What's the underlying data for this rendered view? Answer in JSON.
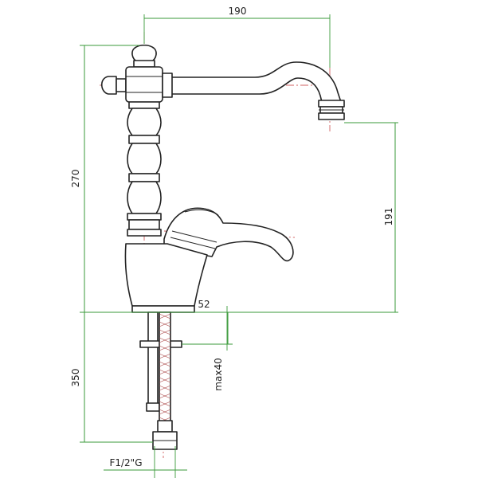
{
  "dimensions": {
    "width_top": "190",
    "height_total": "270",
    "spout_height": "191",
    "base_offset": "52",
    "hose_length": "350",
    "max_thickness": "max40",
    "thread": "F1/2\"G"
  },
  "colors": {
    "dimension": "#3a9a3a",
    "centerline": "#d06060",
    "outline": "#222222"
  }
}
